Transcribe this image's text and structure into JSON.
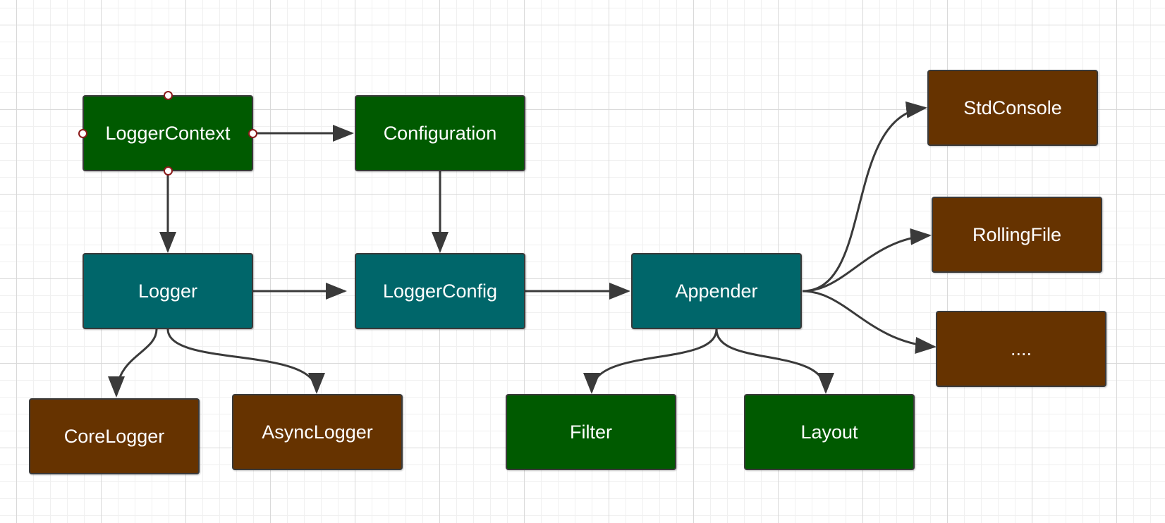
{
  "nodes": {
    "logger_context": "LoggerContext",
    "configuration": "Configuration",
    "logger": "Logger",
    "logger_config": "LoggerConfig",
    "appender": "Appender",
    "core_logger": "CoreLogger",
    "async_logger": "AsyncLogger",
    "filter": "Filter",
    "layout": "Layout",
    "std_console": "StdConsole",
    "rolling_file": "RollingFile",
    "more": "...."
  },
  "colors": {
    "green": "#005a00",
    "teal": "#00666a",
    "brown": "#663300",
    "edge": "#3a3a3a",
    "selection_handle": "#8b1a1a"
  },
  "edges": [
    {
      "from": "LoggerContext",
      "to": "Configuration"
    },
    {
      "from": "LoggerContext",
      "to": "Logger"
    },
    {
      "from": "Configuration",
      "to": "LoggerConfig"
    },
    {
      "from": "Logger",
      "to": "LoggerConfig"
    },
    {
      "from": "LoggerConfig",
      "to": "Appender"
    },
    {
      "from": "Logger",
      "to": "CoreLogger"
    },
    {
      "from": "Logger",
      "to": "AsyncLogger"
    },
    {
      "from": "Appender",
      "to": "Filter"
    },
    {
      "from": "Appender",
      "to": "Layout"
    },
    {
      "from": "Appender",
      "to": "StdConsole"
    },
    {
      "from": "Appender",
      "to": "RollingFile"
    },
    {
      "from": "Appender",
      "to": "...."
    }
  ],
  "selected_node": "LoggerContext"
}
